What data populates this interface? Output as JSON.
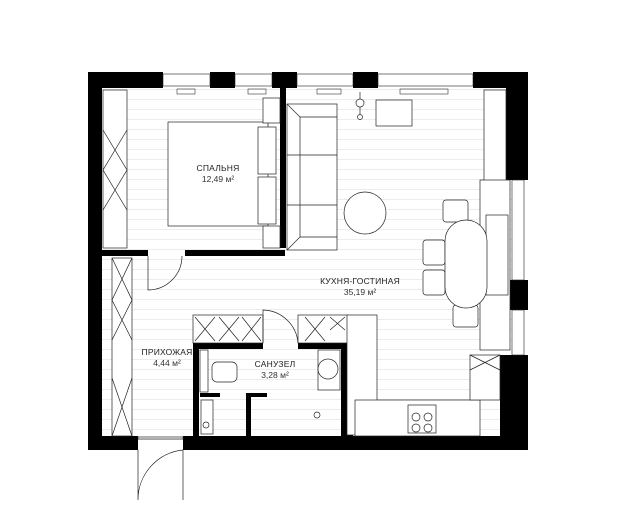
{
  "plan": {
    "background": "#ffffff",
    "wall_color": "#000000",
    "line_color": "#222222",
    "floor_stripe_color": "#eeeeee"
  },
  "rooms": [
    {
      "id": "bedroom",
      "name": "СПАЛЬНЯ",
      "area": "12,49 м²"
    },
    {
      "id": "kitchen-living",
      "name": "КУХНЯ-ГОСТИНАЯ",
      "area": "35,19 м²"
    },
    {
      "id": "hallway",
      "name": "ПРИХОЖАЯ",
      "area": "4,44 м²"
    },
    {
      "id": "bathroom",
      "name": "САНУЗЕЛ",
      "area": "3,28 м²"
    }
  ],
  "furniture": {
    "bedroom": [
      "double-bed",
      "nightstand-left",
      "nightstand-right",
      "wardrobe"
    ],
    "living": [
      "sofa",
      "round-coffee-table",
      "armchair",
      "floor-lamp"
    ],
    "dining": [
      "oval-dining-table",
      "chair",
      "chair",
      "chair",
      "chair"
    ],
    "kitchen": [
      "cooktop",
      "sink",
      "counter"
    ],
    "bathroom": [
      "toilet",
      "washbasin",
      "washing-machine",
      "shower"
    ],
    "hallway": [
      "built-in-wardrobe"
    ]
  }
}
